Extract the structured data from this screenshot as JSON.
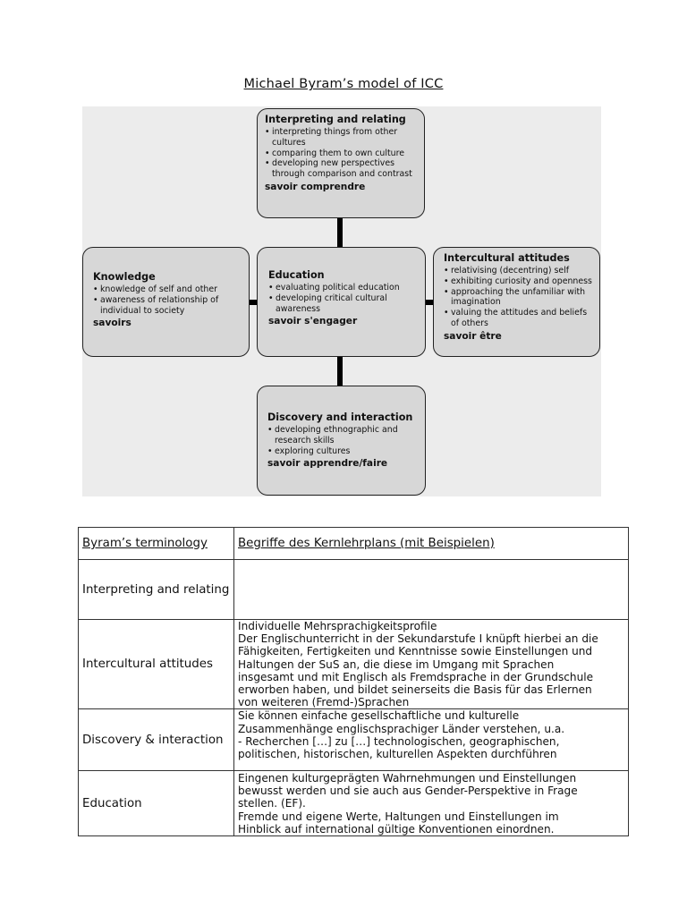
{
  "title": "Michael Byram’s model of ICC",
  "diagram": {
    "interpreting": {
      "title": "Interpreting and relating",
      "bullets": [
        "interpreting things from other cultures",
        "comparing them to own culture",
        "developing new perspectives through comparison and contrast"
      ],
      "savoir": "savoir comprendre"
    },
    "knowledge": {
      "title": "Knowledge",
      "bullets": [
        "knowledge of self and other",
        "awareness of relationship of individual to society"
      ],
      "savoir": "savoirs"
    },
    "education": {
      "title": "Education",
      "bullets": [
        "evaluating political education",
        "developing critical cultural awareness"
      ],
      "savoir": "savoir s'engager"
    },
    "attitudes": {
      "title": "Intercultural attitudes",
      "bullets": [
        "relativising (decentring) self",
        "exhibiting curiosity and openness",
        "approaching the unfamiliar with imagination",
        "valuing the attitudes and beliefs of others"
      ],
      "savoir": "savoir être"
    },
    "discovery": {
      "title": "Discovery and interaction",
      "bullets": [
        "developing ethnographic and research skills",
        "exploring cultures"
      ],
      "savoir": "savoir apprendre/faire"
    }
  },
  "table": {
    "headers": [
      "Byram’s terminology",
      "Begriffe des Kernlehrplans (mit Beispielen)"
    ],
    "rows": [
      {
        "term": "Interpreting and relating",
        "lines": []
      },
      {
        "term": "Intercultural attitudes",
        "lines": [
          "Individuelle Mehrsprachigkeitsprofile",
          "Der Englischunterricht in der Sekundarstufe I knüpft hierbei an die",
          "Fähigkeiten, Fertigkeiten und Kenntnisse sowie Einstellungen und",
          "Haltungen der SuS an, die diese im Umgang mit Sprachen",
          "insgesamt und mit Englisch als Fremdsprache in der Grundschule",
          "erworben haben, und bildet seinerseits die Basis für das Erlernen",
          "von weiteren (Fremd-)Sprachen"
        ]
      },
      {
        "term": "Discovery & interaction",
        "lines": [
          "Sie können einfache gesellschaftliche und kulturelle",
          "Zusammenhänge englischsprachiger Länder verstehen, u.a.",
          "- Recherchen […] zu […] technologischen, geographischen,",
          "politischen, historischen, kulturellen Aspekten durchführen"
        ]
      },
      {
        "term": "Education",
        "lines": [
          "Eingenen kulturgeprägten Wahrnehmungen und Einstellungen",
          "bewusst werden und sie auch aus Gender-Perspektive in Frage",
          "stellen. (EF).",
          "Fremde und eigene Werte, Haltungen und Einstellungen im",
          "Hinblick auf international gültige Konventionen einordnen."
        ]
      }
    ]
  }
}
